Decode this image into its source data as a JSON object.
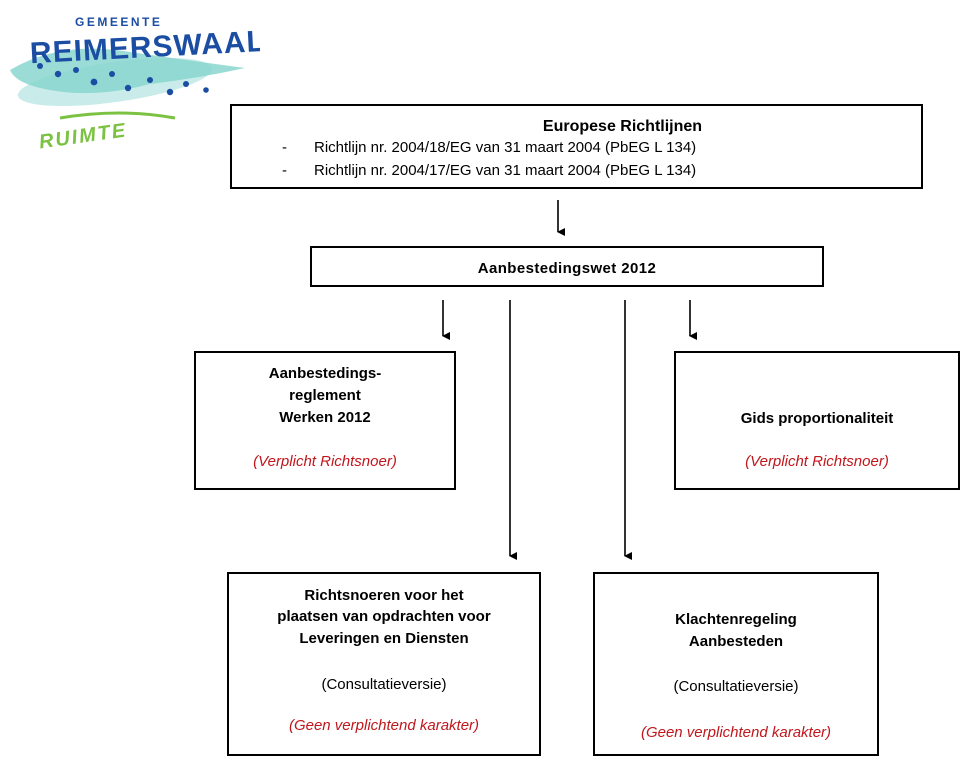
{
  "logo": {
    "top_text": "GEMEENTE",
    "main_text": "REIMERSWAAL",
    "bottom_text": "RUIMTE",
    "colors": {
      "blue": "#1b4ea3",
      "green": "#7cc242",
      "teal": "#88d8d4"
    }
  },
  "eu": {
    "title": "Europese Richtlijnen",
    "items": [
      {
        "dash": "-",
        "text": "Richtlijn  nr. 2004/18/EG  van 31 maart 2004  (PbEG  L 134)"
      },
      {
        "dash": "-",
        "text": "Richtlijn  nr. 2004/17/EG  van 31 maart 2004  (PbEG  L 134)"
      }
    ]
  },
  "wet": {
    "title": "Aanbestedingswet 2012"
  },
  "reglement": {
    "lines": [
      "Aanbestedings-",
      "reglement",
      "Werken 2012"
    ],
    "note": "(Verplicht Richtsnoer)"
  },
  "gids": {
    "title": "Gids  proportionaliteit",
    "note": "(Verplicht Richtsnoer)"
  },
  "richtsnoeren": {
    "lines": [
      "Richtsnoeren  voor het",
      "plaatsen van opdrachten  voor",
      "Leveringen en Diensten"
    ],
    "status": "(Consultatieversie)",
    "note": "(Geen  verplichtend  karakter)"
  },
  "klachten": {
    "lines": [
      "Klachtenregeling",
      "Aanbesteden"
    ],
    "status": "(Consultatieversie)",
    "note": "(Geen  verplichtend  karakter)"
  },
  "colors": {
    "note_red": "#c0161c",
    "border": "#000000"
  }
}
